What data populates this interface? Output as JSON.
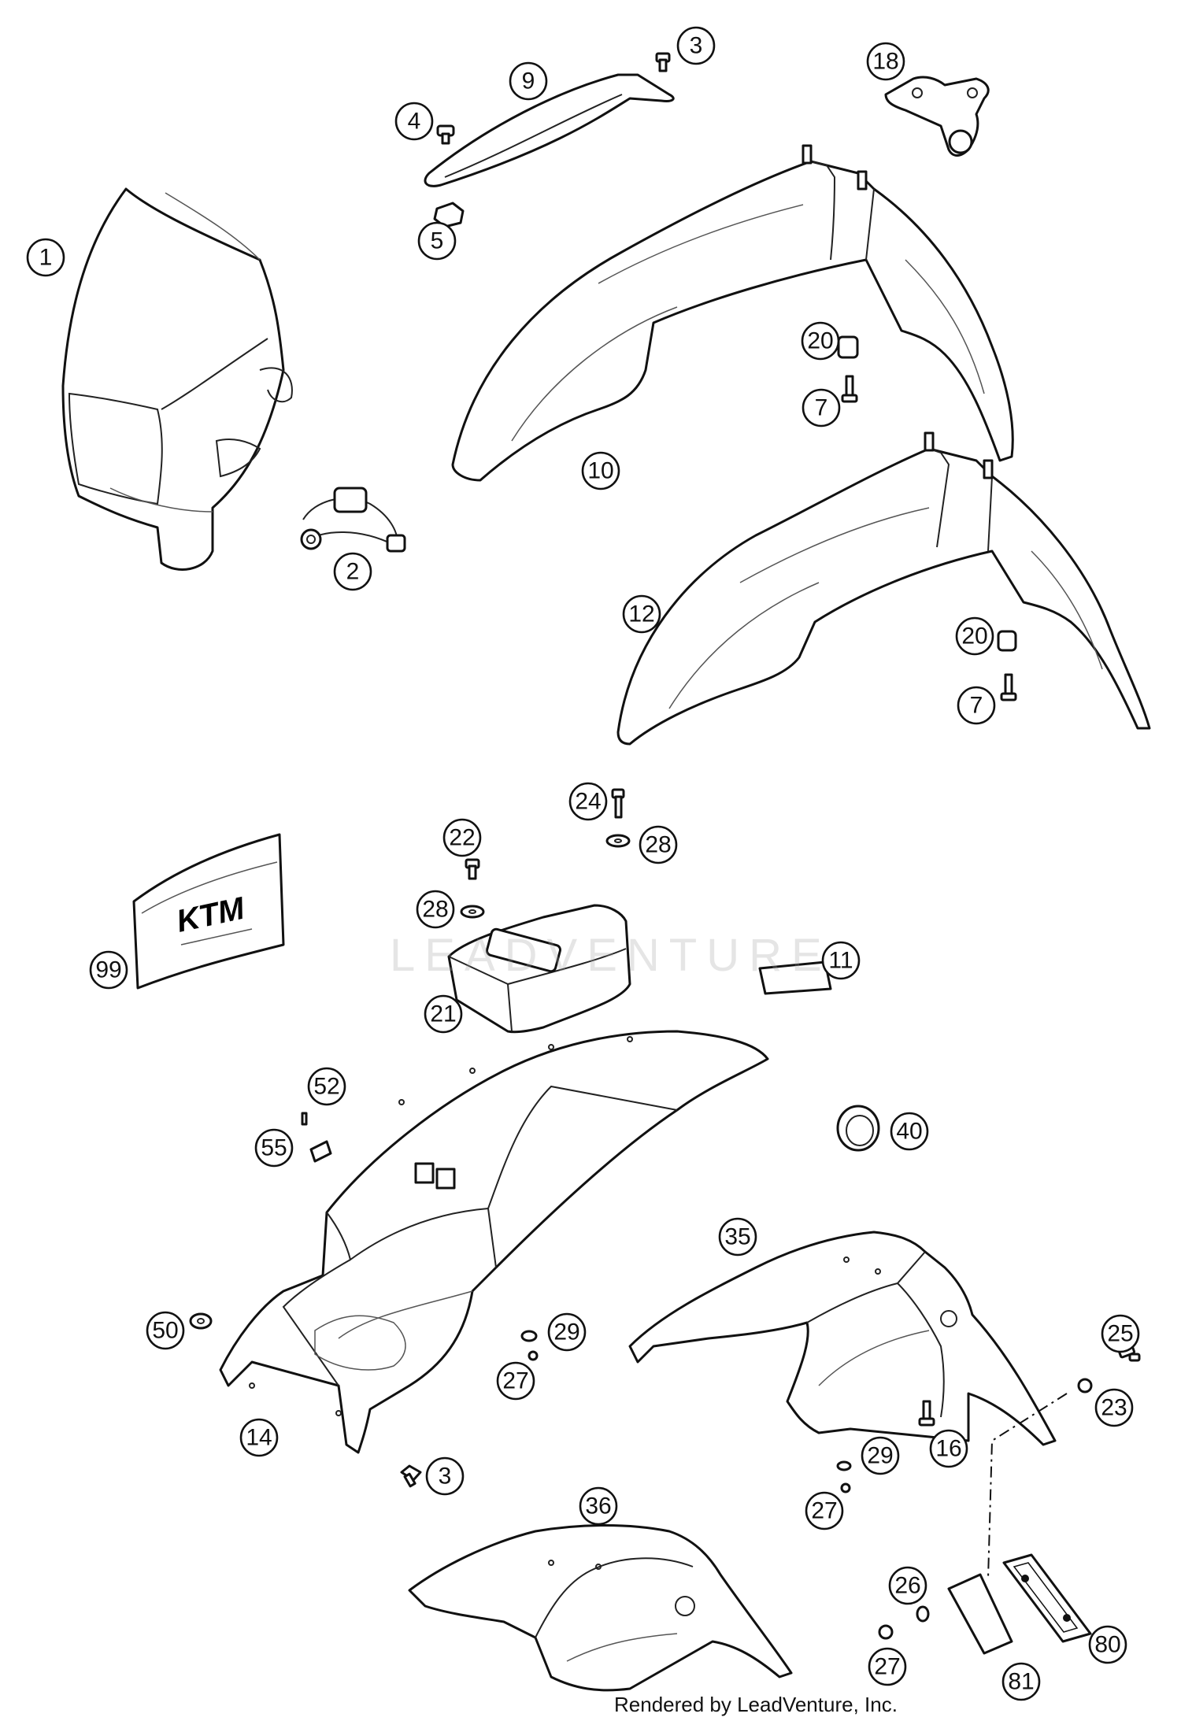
{
  "diagram": {
    "callouts": [
      {
        "id": "c1",
        "label": "1"
      },
      {
        "id": "c2",
        "label": "2"
      },
      {
        "id": "c3a",
        "label": "3"
      },
      {
        "id": "c3b",
        "label": "3"
      },
      {
        "id": "c4",
        "label": "4"
      },
      {
        "id": "c5",
        "label": "5"
      },
      {
        "id": "c7a",
        "label": "7"
      },
      {
        "id": "c7b",
        "label": "7"
      },
      {
        "id": "c9",
        "label": "9"
      },
      {
        "id": "c10",
        "label": "10"
      },
      {
        "id": "c11",
        "label": "11"
      },
      {
        "id": "c12",
        "label": "12"
      },
      {
        "id": "c14",
        "label": "14"
      },
      {
        "id": "c16",
        "label": "16"
      },
      {
        "id": "c18",
        "label": "18"
      },
      {
        "id": "c20a",
        "label": "20"
      },
      {
        "id": "c20b",
        "label": "20"
      },
      {
        "id": "c21",
        "label": "21"
      },
      {
        "id": "c22",
        "label": "22"
      },
      {
        "id": "c23",
        "label": "23"
      },
      {
        "id": "c24",
        "label": "24"
      },
      {
        "id": "c25",
        "label": "25"
      },
      {
        "id": "c26",
        "label": "26"
      },
      {
        "id": "c27a",
        "label": "27"
      },
      {
        "id": "c27b",
        "label": "27"
      },
      {
        "id": "c27c",
        "label": "27"
      },
      {
        "id": "c28a",
        "label": "28"
      },
      {
        "id": "c28b",
        "label": "28"
      },
      {
        "id": "c29a",
        "label": "29"
      },
      {
        "id": "c29b",
        "label": "29"
      },
      {
        "id": "c35",
        "label": "35"
      },
      {
        "id": "c36",
        "label": "36"
      },
      {
        "id": "c40",
        "label": "40"
      },
      {
        "id": "c50",
        "label": "50"
      },
      {
        "id": "c52",
        "label": "52"
      },
      {
        "id": "c55",
        "label": "55"
      },
      {
        "id": "c80",
        "label": "80"
      },
      {
        "id": "c81",
        "label": "81"
      },
      {
        "id": "c99",
        "label": "99"
      }
    ],
    "logo_text": "KTM",
    "watermark": "LEADVENTURE",
    "credit": "Rendered by LeadVenture, Inc."
  }
}
